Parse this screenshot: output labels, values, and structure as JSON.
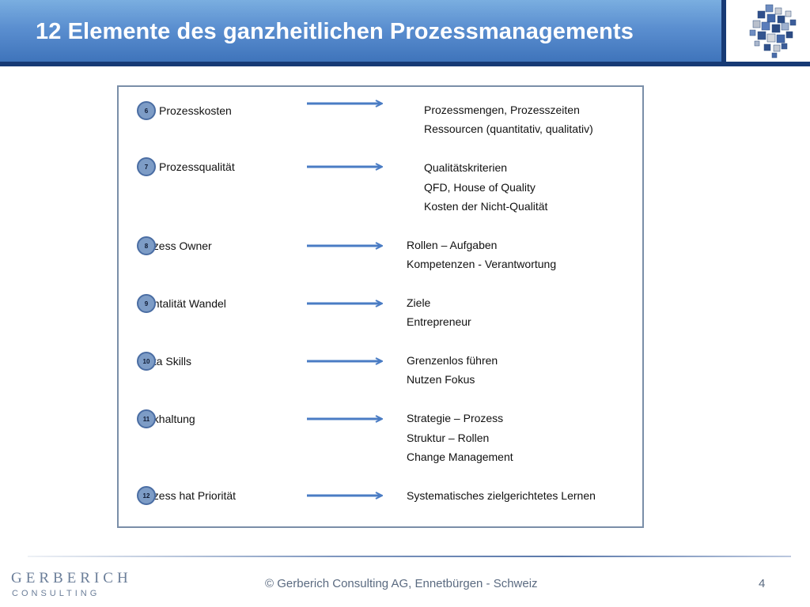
{
  "slide": {
    "title": "12 Elemente des ganzheitlichen Prozessmanagements",
    "page_number": "4"
  },
  "items": [
    {
      "number": "6",
      "label": "Prozesskosten",
      "details": [
        "Prozessmengen, Prozesszeiten",
        "Ressourcen (quantitativ, qualitativ)"
      ]
    },
    {
      "number": "7",
      "label": "Prozessqualität",
      "details": [
        "Qualitätskriterien",
        "QFD, House of Quality",
        "Kosten der Nicht-Qualität"
      ]
    },
    {
      "number": "8",
      "label": "ozess Owner",
      "details": [
        "Rollen – Aufgaben",
        "Kompetenzen - Verantwortung"
      ]
    },
    {
      "number": "9",
      "label": "entalität Wandel",
      "details": [
        "Ziele",
        "Entrepreneur"
      ]
    },
    {
      "number": "10",
      "label": "eta Skills",
      "details": [
        "Grenzenlos führen",
        "Nutzen Fokus"
      ]
    },
    {
      "number": "11",
      "label": "nkhaltung",
      "details": [
        "Strategie – Prozess",
        "Struktur – Rollen",
        "Change Management"
      ]
    },
    {
      "number": "12",
      "label": "ozess hat Priorität",
      "details": [
        "Systematisches zielgerichtetes Lernen"
      ]
    }
  ],
  "footer": {
    "logo_top": "GERBERICH",
    "logo_bottom": "CONSULTING",
    "copyright": "© Gerberich Consulting AG,  Ennetbürgen - Schweiz"
  },
  "colors": {
    "header_gradient_top": "#7aaee0",
    "header_gradient_bottom": "#3f74bb",
    "header_stripe": "#173a75",
    "arrow": "#4a7cc4",
    "badge_fill": "#7d9cc6",
    "box_border": "#7a8ea8"
  },
  "icons": {
    "logo": "cube-cluster-icon",
    "arrow": "right-arrow-icon"
  }
}
